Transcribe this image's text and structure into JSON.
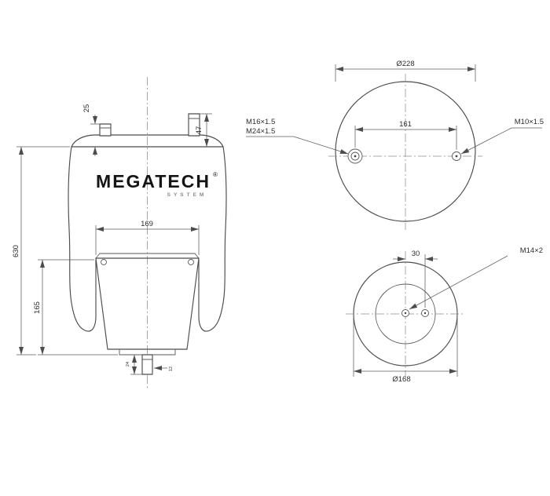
{
  "brand": {
    "name": "MEGATECH",
    "registered": "®",
    "tagline": "SYSTEM"
  },
  "side_view": {
    "dim_overall_height": "630",
    "dim_lower_height": "165",
    "dim_piston_width": "169",
    "dim_left_stud": "25",
    "dim_right_stud": "47",
    "dim_bottom_stud_length": "24",
    "dim_bottom_stud_offset": "12"
  },
  "top_view": {
    "dim_diameter": "Ø228",
    "dim_hole_spacing": "161",
    "label_combo_port_line1": "M16×1.5",
    "label_combo_port_line2": "M24×1.5",
    "label_air_port": "M10×1.5"
  },
  "bottom_view": {
    "dim_diameter": "Ø168",
    "dim_hole_offset": "30",
    "label_stud": "M14×2"
  }
}
